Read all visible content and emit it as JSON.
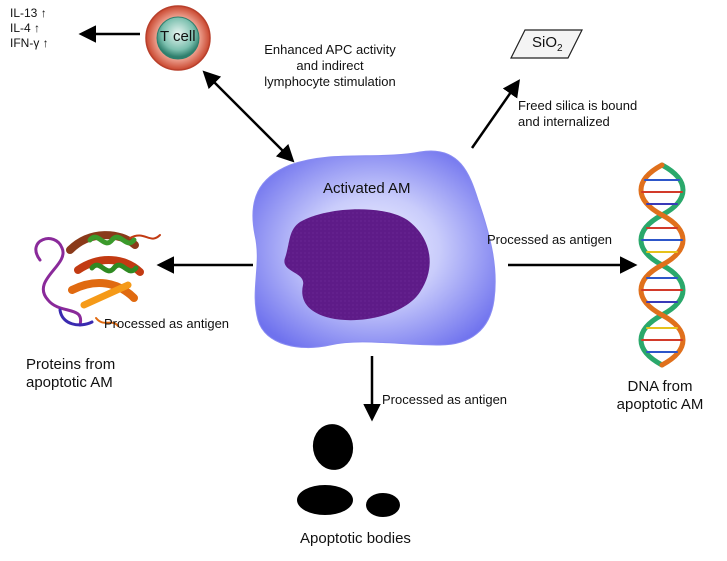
{
  "cytokines": [
    {
      "name": "IL-13",
      "trend": "↑"
    },
    {
      "name": "IL-4",
      "trend": "↑"
    },
    {
      "name": "IFN-γ",
      "trend": "↑"
    }
  ],
  "tcell": {
    "label": "T cell"
  },
  "apc": {
    "line1": "Enhanced APC activity",
    "line2": "and indirect",
    "line3": "lymphocyte stimulation"
  },
  "silica": {
    "formula": "SiO",
    "subscript": "2",
    "line1": "Freed silica is bound",
    "line2": "and internalized"
  },
  "am": {
    "label": "Activated AM"
  },
  "proteins": {
    "processed": "Processed as antigen",
    "line1": "Proteins from",
    "line2": "apoptotic AM"
  },
  "dna": {
    "processed": "Processed as antigen",
    "line1": "DNA from",
    "line2": "apoptotic AM"
  },
  "bodies": {
    "processed": "Processed as antigen",
    "label": "Apoptotic bodies"
  },
  "colors": {
    "am_body": "#7b7df0",
    "am_glow": "#d8dcff",
    "nucleus": "#5c1a86",
    "tcell_outer": "#d9664f",
    "tcell_inner": "#4f9e8e",
    "arrow": "#000000"
  }
}
